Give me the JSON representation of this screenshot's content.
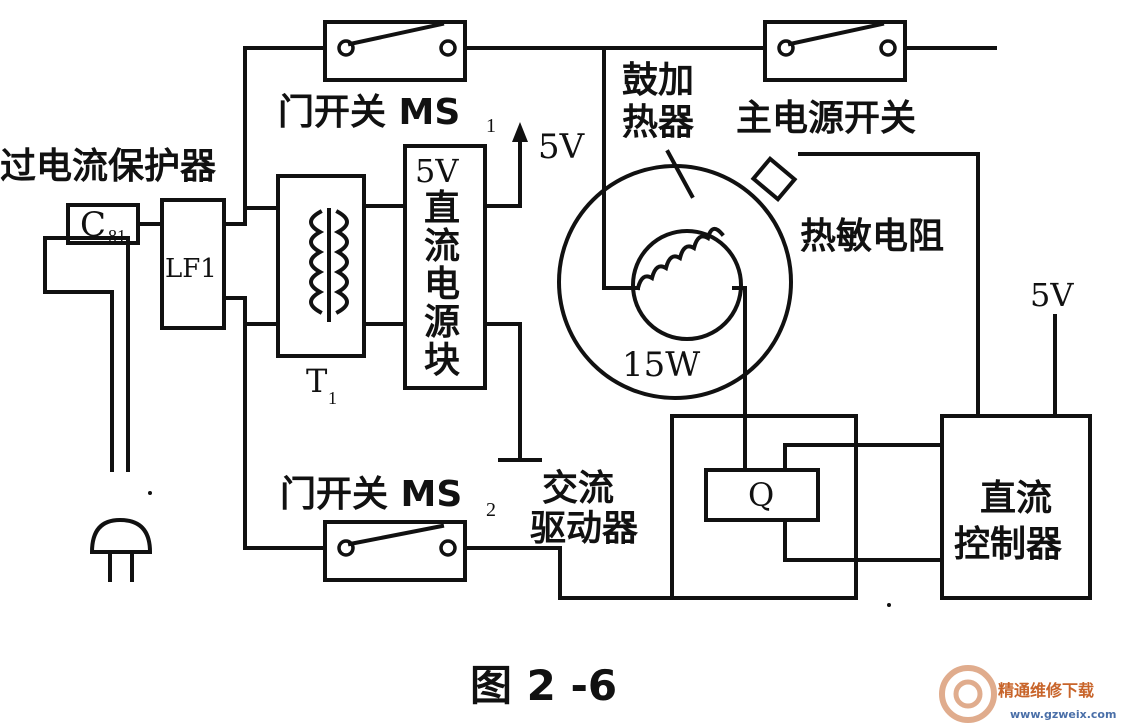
{
  "labels": {
    "ms1": "门开关 MS",
    "ms1_sub": "1",
    "ms2": "门开关 MS",
    "ms2_sub": "2",
    "main_switch": "主电源开关",
    "drum_heater_1": "鼓加",
    "drum_heater_2": "热器",
    "overcurrent": "过电流保护器",
    "c81": "C",
    "c81_sub": "81",
    "lf1": "LF1",
    "t1": "T",
    "t1_sub": "1",
    "psu_1": "5V",
    "psu_2": "直",
    "psu_3": "流",
    "psu_4": "电",
    "psu_5": "源",
    "psu_6": "块",
    "out_5v": "5V",
    "heater_power": "15W",
    "thermistor": "热敏电阻",
    "ctrl_5v": "5V",
    "ac_driver_1": "交流",
    "ac_driver_2": "驱动器",
    "q": "Q",
    "dc_ctrl_1": "直流",
    "dc_ctrl_2": "控制器",
    "caption": "图 2 -6"
  },
  "watermark": {
    "title": "精通维修下载",
    "url": "www.gzweix.com",
    "color": "#c8642a"
  }
}
